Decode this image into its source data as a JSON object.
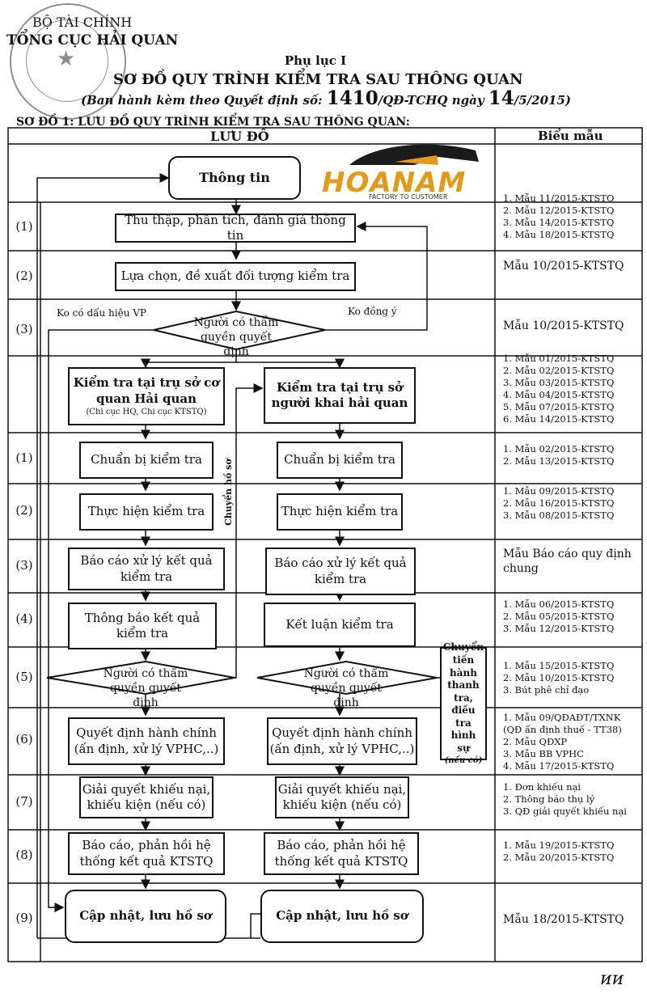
{
  "header": {
    "org_line1": "BỘ TÀI CHÍNH",
    "org_line2": "TỔNG CỤC HẢI QUAN",
    "appendix": "Phụ lục I",
    "title": "SƠ ĐỒ QUY TRÌNH KIỂM TRA SAU THÔNG QUAN",
    "subtitle_prefix": "(Ban hành kèm theo Quyết định số: ",
    "decision_no": "1410",
    "subtitle_mid": "/QĐ-TCHQ ngày ",
    "day": "14",
    "subtitle_suffix": "/5/2015)",
    "section_title": "SƠ ĐỒ 1: LƯU ĐỒ QUY TRÌNH KIỂM TRA SAU THÔNG QUAN:"
  },
  "watermark": {
    "brand": "HOANAM",
    "tagline": "FACTORY TO CUSTOMER",
    "color": "#e29a1a"
  },
  "table_header": {
    "flow": "LƯU ĐỒ",
    "forms": "Biểu mẫu"
  },
  "row_numbers": [
    "(1)",
    "(2)",
    "(3)",
    "(1)",
    "(2)",
    "(3)",
    "(4)",
    "(5)",
    "(6)",
    "(7)",
    "(8)",
    "(9)"
  ],
  "nodes": {
    "info": "Thông tin",
    "collect": "Thu thập, phân tích, đánh giá thông tin",
    "select": "Lựa chọn, đề xuất đối tượng kiểm tra",
    "decide_top": "Người có thẩm quyền quyết định",
    "check_office_title": "Kiểm tra tại trụ sở cơ quan Hải quan",
    "check_office_note": "(Chi cục HQ, Chi cục KTSTQ)",
    "check_declarant": "Kiểm tra tại trụ sở người khai hải quan",
    "prepare_l": "Chuẩn bị kiểm tra",
    "prepare_r": "Chuẩn bị kiểm tra",
    "perform_l": "Thực hiện kiểm tra",
    "perform_r": "Thực hiện kiểm tra",
    "report_l": "Báo cáo xử lý kết quả kiểm tra",
    "report_r": "Báo cáo xử lý kết quả kiểm tra",
    "notify_l": "Thông báo kết quả kiểm tra",
    "conclude_r": "Kết luận kiểm tra",
    "decide_l": "Người có thẩm quyền quyết định",
    "decide_r": "Người có thẩm quyền quyết định",
    "admin_l": "Quyết định hành chính (ấn định, xử lý VPHC,..)",
    "admin_r": "Quyết định hành chính (ấn định, xử lý VPHC,..)",
    "complaint_l": "Giải quyết khiếu nại, khiếu kiện (nếu có)",
    "complaint_r": "Giải quyết khiếu nại, khiếu kiện (nếu có)",
    "feedback_l": "Báo cáo, phản hồi hệ thống kết quả KTSTQ",
    "feedback_r": "Báo cáo, phản hồi hệ thống kết quả KTSTQ",
    "update_l": "Cập nhật, lưu hồ sơ",
    "update_r": "Cập nhật, lưu hồ sơ",
    "transfer_main": "Chuyển tiến hành thanh tra, điều tra hình sự",
    "transfer_note": "(nếu có)"
  },
  "labels": {
    "no_violation": "Ko có dấu hiệu VP",
    "disagree": "Ko đồng ý",
    "transfer_file": "Chuyển hồ sơ"
  },
  "forms": [
    [
      "1. Mẫu 11/2015-KTSTQ",
      "2. Mẫu 12/2015-KTSTQ",
      "3. Mẫu 14/2015-KTSTQ",
      "4. Mẫu 18/2015-KTSTQ"
    ],
    [
      "Mẫu 10/2015-KTSTQ"
    ],
    [
      "Mẫu 10/2015-KTSTQ"
    ],
    [
      "1. Mẫu 01/2015-KTSTQ",
      "2. Mẫu 02/2015-KTSTQ",
      "3. Mẫu 03/2015-KTSTQ",
      "4. Mẫu 04/2015-KTSTQ",
      "5. Mẫu 07/2015-KTSTQ",
      "6. Mẫu 14/2015-KTSTQ"
    ],
    [
      "1. Mẫu 02/2015-KTSTQ",
      "2. Mẫu 13/2015-KTSTQ"
    ],
    [
      "1. Mẫu 09/2015-KTSTQ",
      "2. Mẫu 16/2015-KTSTQ",
      "3. Mẫu 08/2015-KTSTQ"
    ],
    [
      "Mẫu Báo cáo quy định chung"
    ],
    [
      "1. Mẫu 06/2015-KTSTQ",
      "2. Mẫu 05/2015-KTSTQ",
      "3. Mẫu 12/2015-KTSTQ"
    ],
    [
      "1. Mẫu 15/2015-KTSTQ",
      "2. Mẫu 10/2015-KTSTQ",
      "3. Bút phê chỉ đạo"
    ],
    [
      "1. Mẫu 09/QĐAĐT/TXNK",
      "(QĐ ấn định thuế - TT38)",
      "2. Mẫu QĐXP",
      "3. Mẫu BB VPHC",
      "4. Mẫu 17/2015-KTSTQ"
    ],
    [
      "1. Đơn khiếu nại",
      "2. Thông báo thụ lý",
      "3. QĐ giải quyết khiếu nại"
    ],
    [
      "1. Mẫu 19/2015-KTSTQ",
      "2. Mẫu 20/2015-KTSTQ"
    ],
    [
      "Mẫu 18/2015-KTSTQ"
    ]
  ],
  "signature": "ᴎᴎ"
}
